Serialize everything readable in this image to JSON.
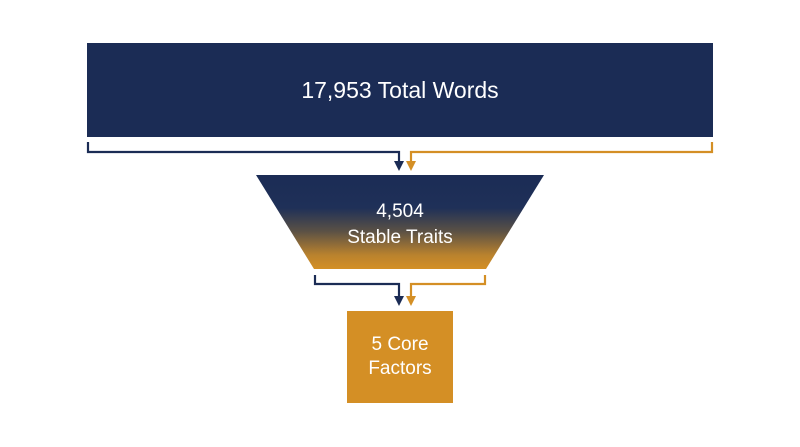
{
  "diagram": {
    "top_box": {
      "line1": "17,953 Total Words"
    },
    "middle_box": {
      "line1": "4,504",
      "line2": "Stable Traits"
    },
    "bottom_box": {
      "line1": "5 Core",
      "line2": "Factors"
    }
  },
  "colors": {
    "navy": "#1b2c55",
    "gold": "#d48f25",
    "background": "#ffffff"
  }
}
